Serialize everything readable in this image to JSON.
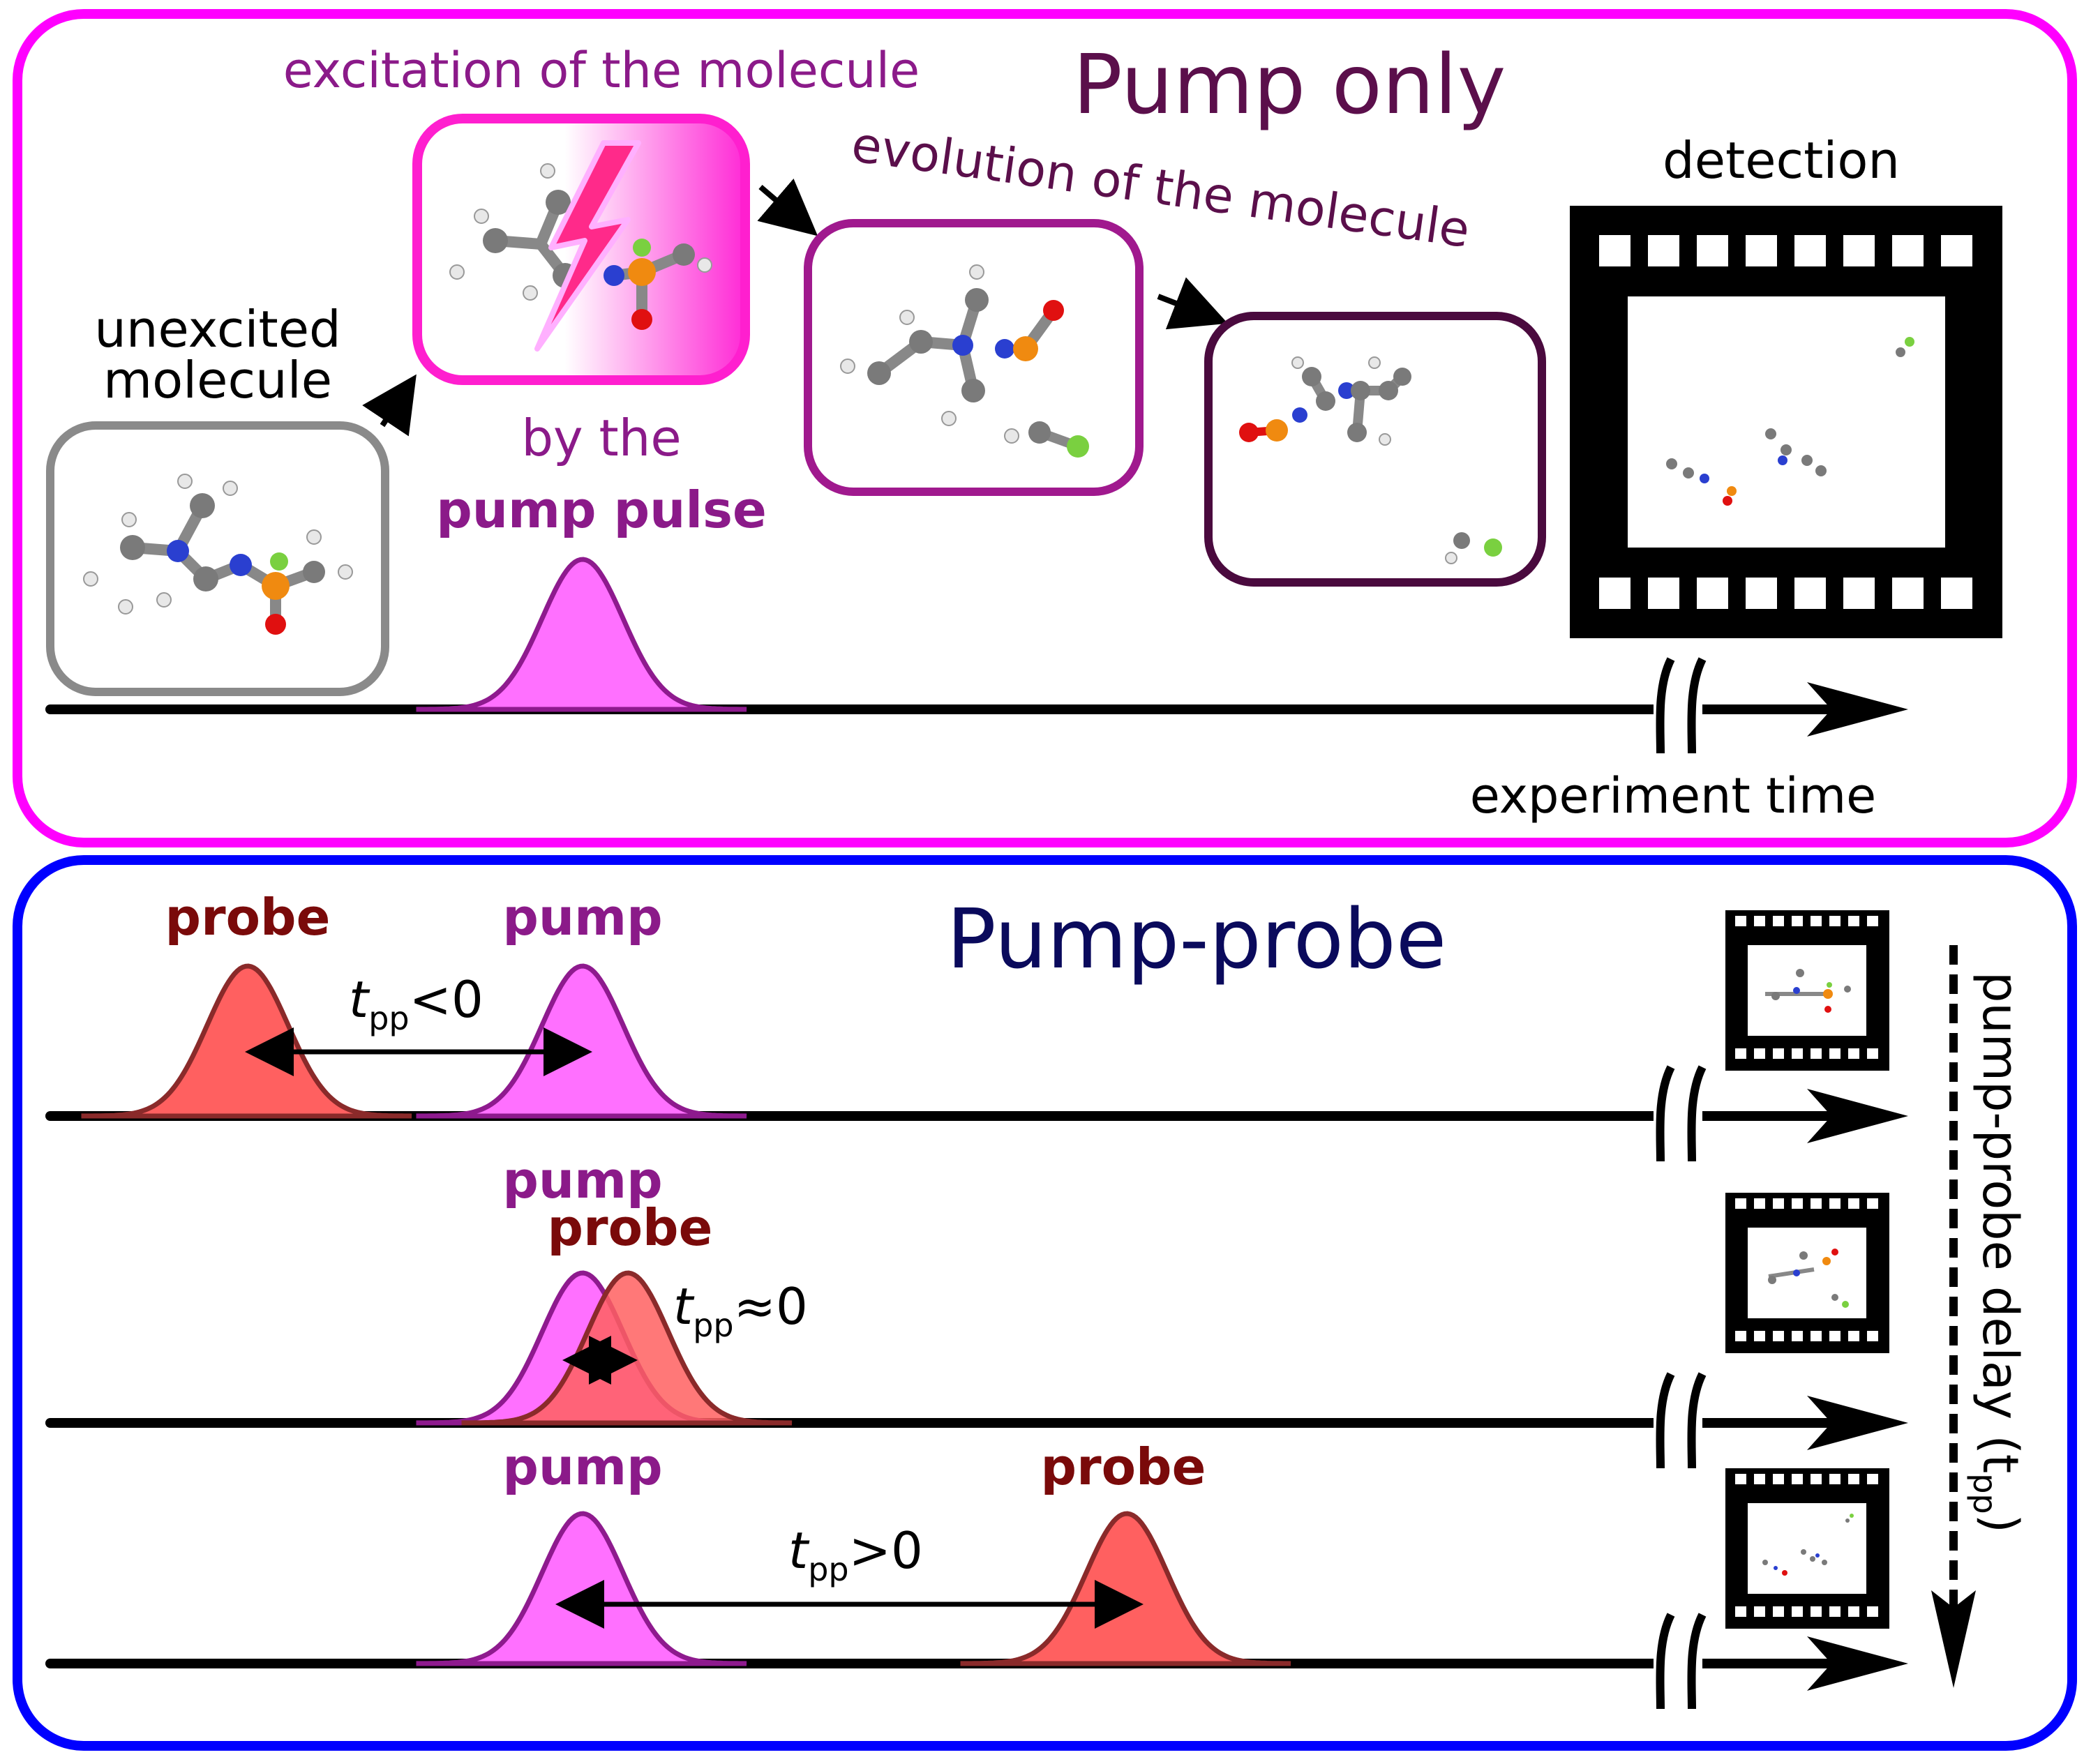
{
  "colors": {
    "pump_frame": "#ff00ff",
    "probe_frame": "#0000ff",
    "pump_pulse_fill": "#ff70ff",
    "pump_pulse_edge": "#8e1a8e",
    "probe_pulse_fill": "#ff6060",
    "probe_pulse_edge": "#8a2a2a",
    "title_pump_only": "#5b0f4b",
    "title_pump_probe": "#0a0a5c",
    "label_purple": "#8b1a89",
    "label_probe": "#7a0a0a",
    "label_evolution": "#5b0f4b",
    "box_unexcited": "#8a8a8a",
    "box_excited": "#ff1fcf",
    "box_evolution1": "#a0198e",
    "box_evolution2": "#4a0a3e",
    "atom_carbon": "#7a7a7a",
    "atom_hydrogen": "#e8e8e8",
    "atom_nitrogen": "#2a3fd0",
    "atom_phosphorus": "#f08a10",
    "atom_fluorine": "#7ad040",
    "atom_oxygen": "#e01010"
  },
  "top_panel": {
    "title": "Pump only",
    "excitation_label": "excitation of the molecule",
    "unexcited_label_line1": "unexcited",
    "unexcited_label_line2": "molecule",
    "by_the": "by the",
    "pump_pulse": "pump pulse",
    "evolution_label": "evolution of the molecule",
    "detection": "detection",
    "experiment_time": "experiment time",
    "icons": [
      "lightning-icon",
      "film-icon",
      "arrow-icon"
    ]
  },
  "bottom_panel": {
    "title": "Pump-probe",
    "delay_axis_label": "pump-probe delay (t",
    "delay_axis_sub": "pp",
    "delay_axis_close": ")",
    "rows": [
      {
        "probe_label": "probe",
        "pump_label": "pump",
        "t_symbol": "t",
        "t_sub": "pp",
        "relation": "<0"
      },
      {
        "probe_label": "probe",
        "pump_label": "pump",
        "t_symbol": "t",
        "t_sub": "pp",
        "relation": "≈0"
      },
      {
        "probe_label": "probe",
        "pump_label": "pump",
        "t_symbol": "t",
        "t_sub": "pp",
        "relation": ">0"
      }
    ]
  }
}
